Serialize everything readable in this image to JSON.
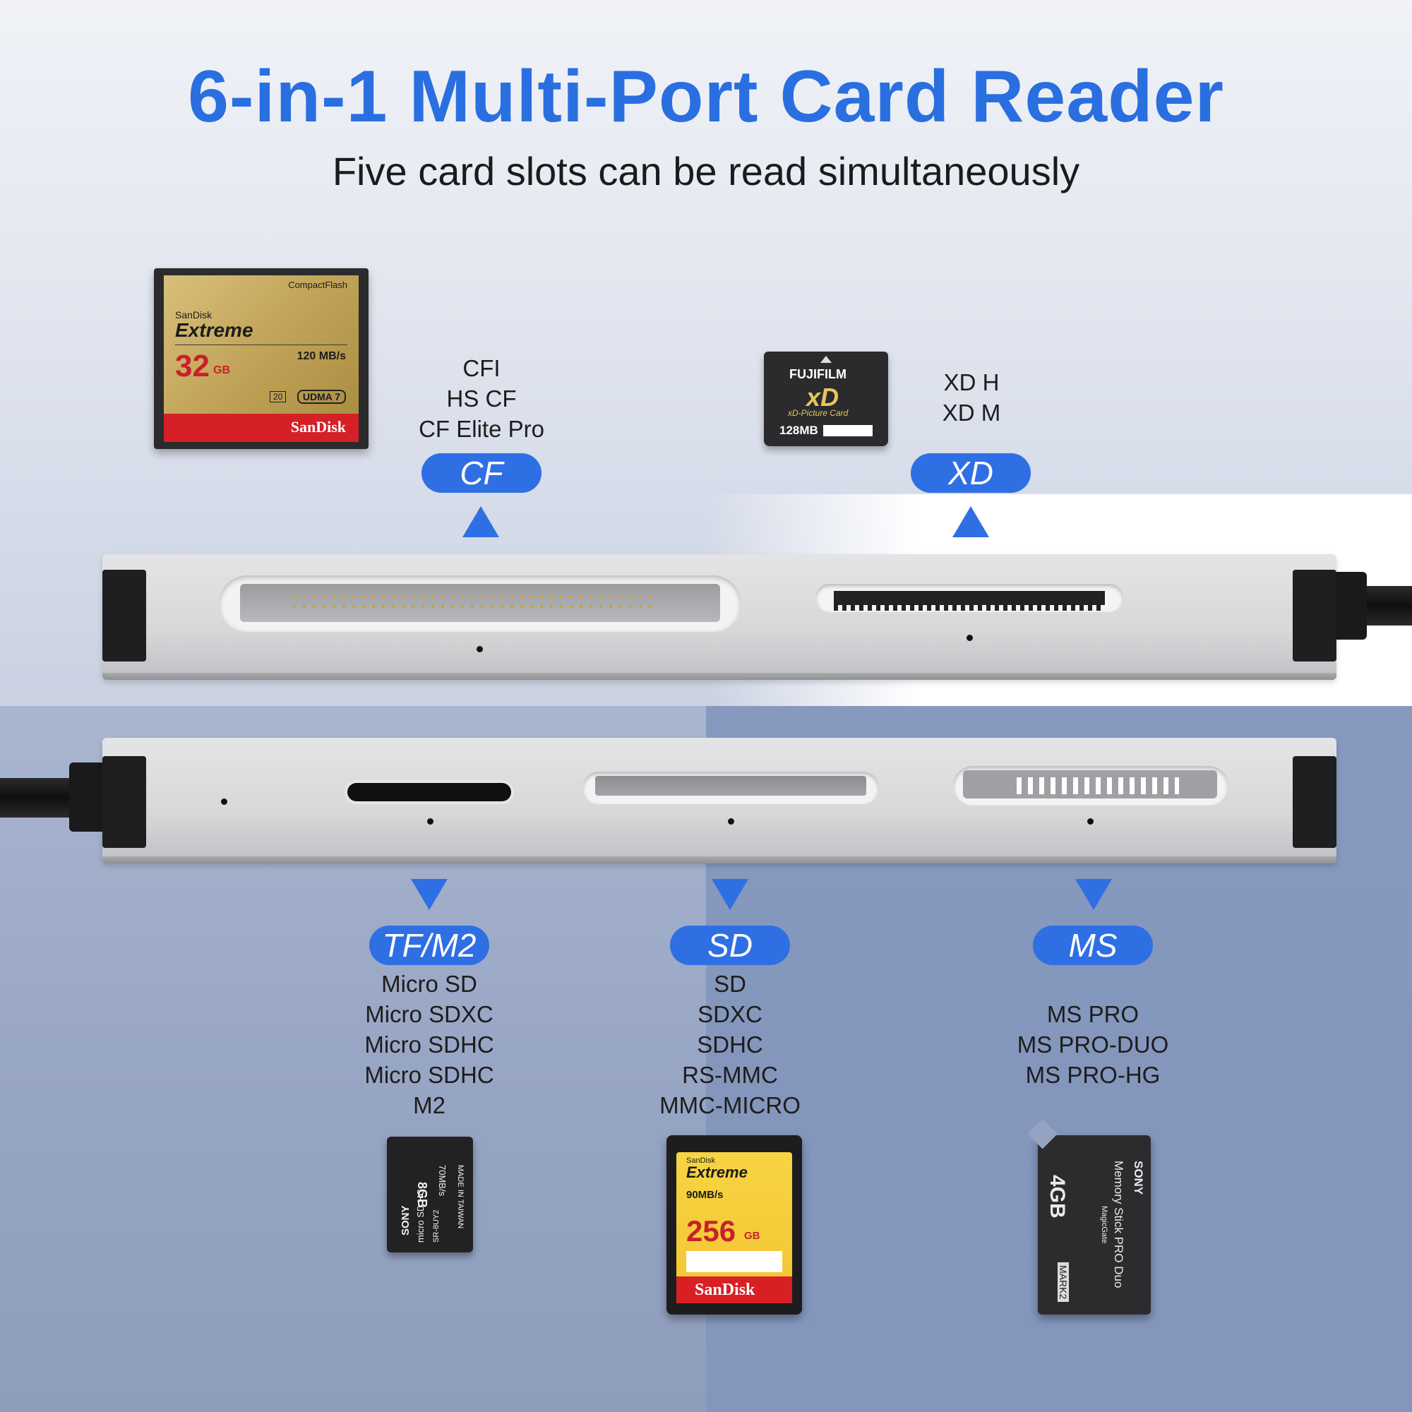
{
  "title": "6-in-1 Multi-Port Card Reader",
  "subtitle": "Five card slots can be read simultaneously",
  "colors": {
    "accent": "#2f6fe4",
    "title": "#2a6fe0"
  },
  "top_side": {
    "cf": {
      "tag": "CF",
      "supports": [
        "CFI",
        "HS CF",
        "CF Elite Pro"
      ]
    },
    "xd": {
      "tag": "XD",
      "supports": [
        "XD H",
        "XD M"
      ]
    }
  },
  "bottom_side": {
    "tf": {
      "tag": "TF/M2",
      "supports": [
        "Micro SD",
        "Micro SDXC",
        "Micro SDHC",
        "Micro SDHC",
        "M2"
      ]
    },
    "sd": {
      "tag": "SD",
      "supports": [
        "SD",
        "SDXC",
        "SDHC",
        "RS-MMC",
        "MMC-MICRO"
      ]
    },
    "ms": {
      "tag": "MS",
      "supports": [
        "MS PRO",
        "MS PRO-DUO",
        "MS PRO-HG"
      ]
    }
  },
  "cards": {
    "cf": {
      "brand_small": "SanDisk",
      "line": "Extreme",
      "capacity": "32",
      "unit": "GB",
      "speed": "120 MB/s",
      "type": "CompactFlash",
      "udma": "UDMA 7",
      "vpg": "20",
      "logo": "SanDisk"
    },
    "xd": {
      "brand": "FUJIFILM",
      "logo": "xD",
      "sub": "xD-Picture Card",
      "capacity": "128MB"
    },
    "tf": {
      "brand": "SONY",
      "capacity": "8GB",
      "speed": "70MB/s",
      "type": "micro SD HC",
      "origin": "MADE IN TAIWAN",
      "code": "SR-8UY2"
    },
    "sd": {
      "brand_small": "SanDisk",
      "line": "Extreme",
      "speed": "90MB/s",
      "capacity": "256",
      "unit": "GB",
      "logo": "SanDisk"
    },
    "ms": {
      "brand": "SONY",
      "capacity": "4GB",
      "line": "Memory Stick PRO Duo",
      "sub": "MagicGate",
      "mark": "MARK2"
    }
  }
}
